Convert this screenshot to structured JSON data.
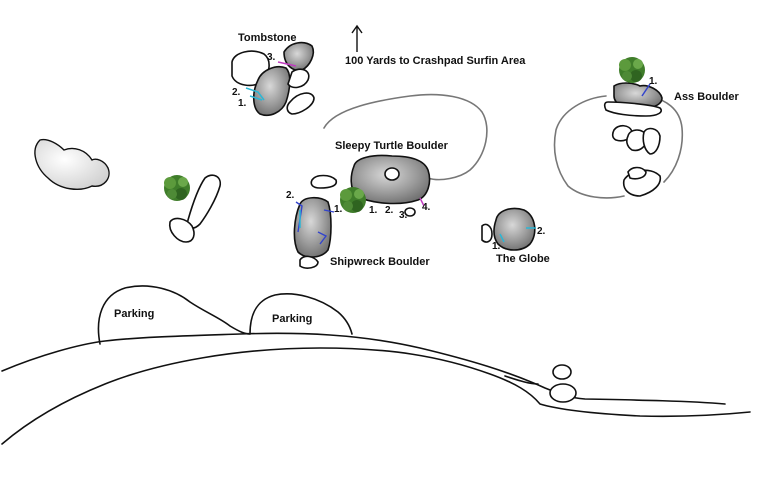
{
  "labels": {
    "tombstone": "Tombstone",
    "arrow_note": "100 Yards to Crashpad Surfin Area",
    "ass_boulder": "Ass Boulder",
    "sleepy_turtle": "Sleepy Turtle Boulder",
    "shipwreck": "Shipwreck Boulder",
    "globe": "The Globe",
    "parking_1": "Parking",
    "parking_2": "Parking"
  },
  "problem_numbers": {
    "tombstone": [
      "1.",
      "2.",
      "3."
    ],
    "ass_boulder": [
      "1."
    ],
    "shipwreck": [
      "1.",
      "2."
    ],
    "sleepy_turtle": [
      "1.",
      "2.",
      "3.",
      "4."
    ],
    "globe": [
      "1.",
      "2."
    ]
  },
  "icons": {
    "north_arrow": "up-arrow-icon",
    "bush": "shrub-icon"
  },
  "colors": {
    "line": "#111111",
    "area_outline": "#777777",
    "boulder_fill": "#8c8c8c",
    "bush": "#3f7d2a",
    "route_cyan": "#2ab7d6",
    "route_blue": "#3344cc",
    "route_magenta": "#c03cc0"
  }
}
